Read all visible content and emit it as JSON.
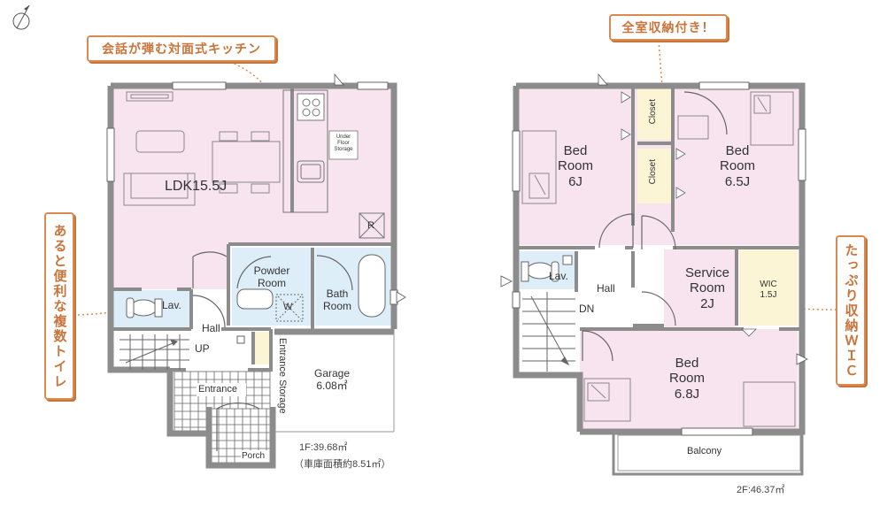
{
  "callouts": {
    "kitchen": "会話が弾む対面式キッチン",
    "toilet": "あると便利な複数トイレ",
    "storage": "全室収納付き！",
    "wic": "たっぷり収納ＷＩＣ"
  },
  "floor1": {
    "ldk": "LDK15.5J",
    "under_floor_storage": [
      "Under",
      "Floor",
      "Storage"
    ],
    "refrigerator_mark": "R",
    "lav": "Lav.",
    "hall": "Hall",
    "up": "UP",
    "powder_room": [
      "Powder",
      "Room"
    ],
    "washer_mark": "W",
    "bath_room": [
      "Bath",
      "Room"
    ],
    "entrance_storage": "Entrance Storage",
    "garage": [
      "Garage",
      "6.08㎡"
    ],
    "entrance": "Entrance",
    "porch": "Porch",
    "area": "1F:39.68㎡",
    "garage_note": "（車庫面積約8.51㎡）"
  },
  "floor2": {
    "closet_1": "Closet",
    "closet_2": "Closet",
    "bed_6": [
      "Bed",
      "Room",
      "6J"
    ],
    "bed_65": [
      "Bed",
      "Room",
      "6.5J"
    ],
    "lav": "Lav.",
    "hall": "Hall",
    "dn": "DN",
    "service_room": [
      "Service",
      "Room",
      "2J"
    ],
    "wic": [
      "WIC",
      "1.5J"
    ],
    "bed_68": [
      "Bed",
      "Room",
      "6.8J"
    ],
    "balcony": "Balcony",
    "area": "2F:46.37㎡"
  },
  "colors": {
    "wall": "#8c8c8c",
    "room_pink": "#f7e4ef",
    "wet_blue": "#deeef8",
    "closet_yellow": "#fbf5d6",
    "accent": "#d98b4f"
  }
}
